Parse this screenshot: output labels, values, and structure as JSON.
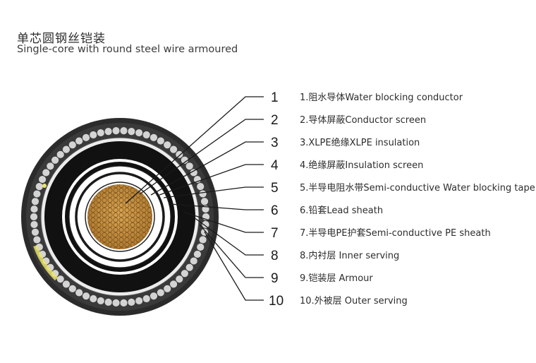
{
  "header": {
    "title_cn": "单芯圆钢丝铠装",
    "title_en": "Single-core with round steel wire armoured"
  },
  "layers": [
    {
      "num": "1",
      "label": "1.阻水导体Water blocking conductor"
    },
    {
      "num": "2",
      "label": "2.导体屏蔽Conductor screen"
    },
    {
      "num": "3",
      "label": "3.XLPE绝缘XLPE insulation"
    },
    {
      "num": "4",
      "label": "4.绝缘屏蔽Insulation screen"
    },
    {
      "num": "5",
      "label": "5.半导电阻水带Semi-conductive Water blocking tape"
    },
    {
      "num": "6",
      "label": "6.铅套Lead sheath"
    },
    {
      "num": "7",
      "label": "7.半导电PE护套Semi-conductive PE sheath"
    },
    {
      "num": "8",
      "label": "8.内衬层 Inner serving"
    },
    {
      "num": "9",
      "label": "9.铠装层 Armour"
    },
    {
      "num": "10",
      "label": "10.外被层 Outer serving"
    }
  ],
  "colors": {
    "conductor": "#c8923f",
    "conductor_dark": "#7a5420",
    "insulation_white": "#ffffff",
    "black_layer": "#111111",
    "lead_grey": "#9a9a9a",
    "armour_wire": "#d6d6d6",
    "armour_edge": "#3a3a3a",
    "outer_serving": "#2a2a2a",
    "marker_yellow": "#e9e36a",
    "leader_line": "#1a1a1a"
  }
}
